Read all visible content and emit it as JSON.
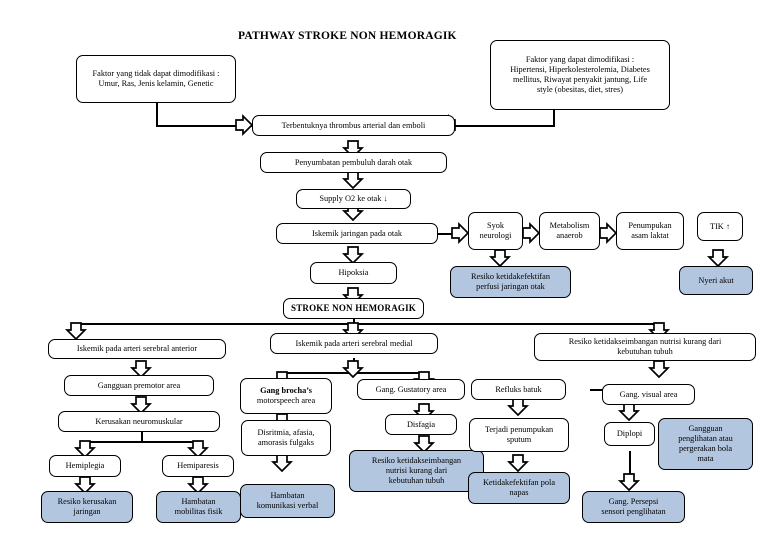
{
  "title": "PATHWAY STROKE NON HEMORAGIK",
  "theme": {
    "shaded_fill": "#b3c6e0",
    "stroke": "#000000",
    "background": "#ffffff"
  },
  "nodes": {
    "risk_unmodifiable": "Faktor yang tidak dapat dimodifikasi :\nUmur, Ras, Jenis kelamin, Genetic",
    "risk_modifiable": "Faktor yang  dapat dimodifikasi :\nHipertensi, Hiperkolesterolemia, Diabetes\nmellitus, Riwayat penyakit jantung, Life\nstyle (obesitas, diet, stres)",
    "thrombus": "Terbentuknya thrombus arterial dan emboli",
    "penyumbatan": "Penyumbatan pembuluh darah otak",
    "supply_o2": "Supply O2 ke otak ↓",
    "iskemik_jaringan": "Iskemik jaringan pada otak",
    "hipoksia": "Hipoksia",
    "stroke": "STROKE NON HEMORAGIK",
    "syok_neurologi": "Syok\nneurologi",
    "metabolism_anaerob": "Metabolism\nanaerob",
    "penumpukan_asam_laktat": "Penumpukan\nasam laktat",
    "tik": "TIK ↑",
    "resiko_perfusi": "Resiko ketidakefektifan\nperfusi jaringan otak",
    "nyeri_akut": "Nyeri akut",
    "iskemik_anterior": "Iskemik pada arteri serebral anterior",
    "iskemik_medial": "Iskemik pada arteri serebral medial",
    "resiko_nutrisi_top": "Resiko ketidakseimbangan nutrisi kurang dari\nkebutuhan tubuh",
    "gangguan_premotor": "Gangguan premotor area",
    "kerusakan_neuromuskular": "Kerusakan neuromuskular",
    "hemiplegia": "Hemiplegia",
    "hemiparesis": "Hemiparesis",
    "resiko_kerusakan_jaringan": "Resiko kerusakan\njaringan",
    "hambatan_mobilitas": "Hambatan\nmobilitas fisik",
    "gang_brocha_bold": "Gang brocha’s",
    "gang_brocha_rest": "motorspeech area",
    "disritmia": "Disritmia, afasia,\namorasis fulgaks",
    "hambatan_komunikasi": "Hambatan\nkomunikasi verbal",
    "gang_gustatory": "Gang. Gustatory area",
    "disfagia": "Disfagia",
    "resiko_nutrisi_mid": "Resiko ketidakseimbangan\nnutrisi kurang dari\nkebutuhan tubuh",
    "refluks_batuk": "Refluks batuk",
    "terjadi_penumpukan_sputum": "Terjadi penumpukan\nsputum",
    "ketidakefektifan_pola_napas": "Ketidakefektifan pola\nnapas",
    "gang_visual": "Gang. visual area",
    "diplopi": "Diplopi",
    "gangguan_penglihatan": "Gangguan\npenglihatan atau\npergerakan bola\nmata",
    "gang_persepsi": "Gang. Persepsi\nsensori penglihatan"
  }
}
